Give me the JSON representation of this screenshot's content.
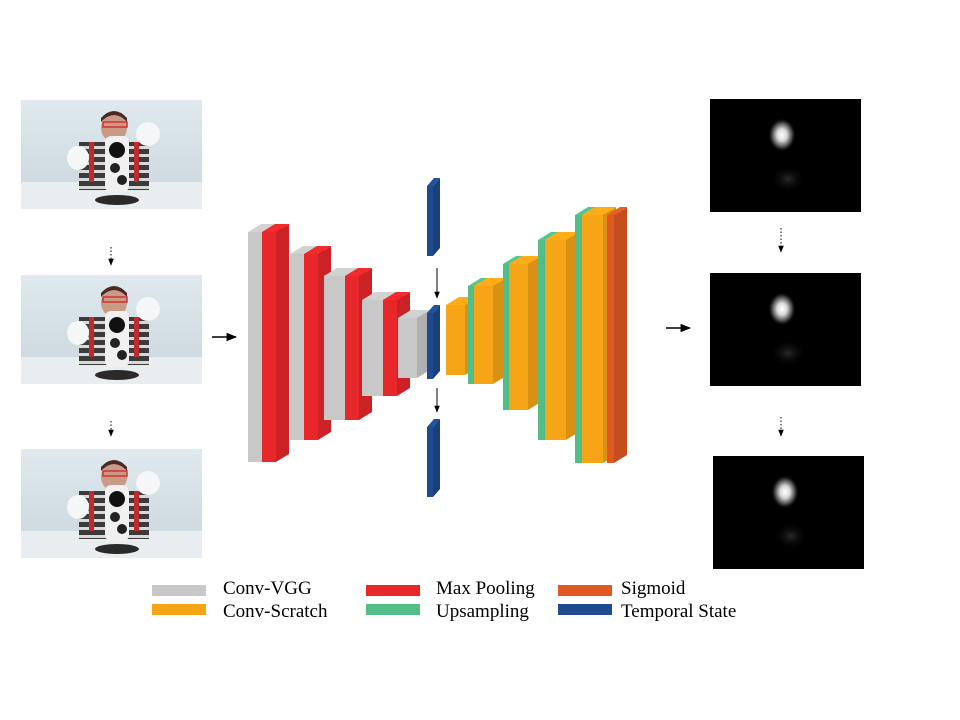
{
  "colors": {
    "conv_vgg": "#c8c8c8",
    "conv_scratch": "#f5a516",
    "max_pooling": "#e8272a",
    "upsampling": "#52bd87",
    "sigmoid": "#e05a20",
    "temporal_state": "#1e4b8f"
  },
  "legend": {
    "items": [
      {
        "key": "conv_vgg",
        "label": "Conv-VGG"
      },
      {
        "key": "conv_scratch",
        "label": "Conv-Scratch"
      },
      {
        "key": "max_pooling",
        "label": "Max Pooling"
      },
      {
        "key": "upsampling",
        "label": "Upsampling"
      },
      {
        "key": "sigmoid",
        "label": "Sigmoid"
      },
      {
        "key": "temporal_state",
        "label": "Temporal State"
      }
    ]
  },
  "input_frames": [
    "video-frame",
    "video-frame",
    "video-frame"
  ],
  "output_maps": [
    "saliency-map",
    "saliency-map",
    "saliency-map"
  ],
  "network": {
    "encoder_blocks": [
      {
        "layers": [
          "conv_vgg",
          "conv_vgg",
          "max_pooling",
          "max_pooling"
        ]
      },
      {
        "layers": [
          "conv_vgg",
          "conv_vgg",
          "max_pooling",
          "max_pooling"
        ]
      },
      {
        "layers": [
          "conv_vgg",
          "conv_vgg",
          "conv_vgg",
          "max_pooling",
          "max_pooling"
        ]
      },
      {
        "layers": [
          "conv_vgg",
          "conv_vgg",
          "conv_vgg",
          "max_pooling",
          "max_pooling"
        ]
      },
      {
        "layers": [
          "conv_vgg",
          "conv_vgg",
          "conv_vgg"
        ]
      }
    ],
    "bottleneck": "temporal_state",
    "decoder_blocks": [
      {
        "layers": [
          "conv_scratch",
          "conv_scratch",
          "conv_scratch"
        ]
      },
      {
        "layers": [
          "upsampling",
          "conv_scratch",
          "conv_scratch",
          "conv_scratch"
        ]
      },
      {
        "layers": [
          "upsampling",
          "conv_scratch",
          "conv_scratch",
          "conv_scratch"
        ]
      },
      {
        "layers": [
          "upsampling",
          "conv_scratch",
          "conv_scratch",
          "conv_scratch"
        ]
      },
      {
        "layers": [
          "upsampling",
          "conv_scratch",
          "conv_scratch",
          "conv_scratch",
          "sigmoid"
        ]
      }
    ]
  }
}
